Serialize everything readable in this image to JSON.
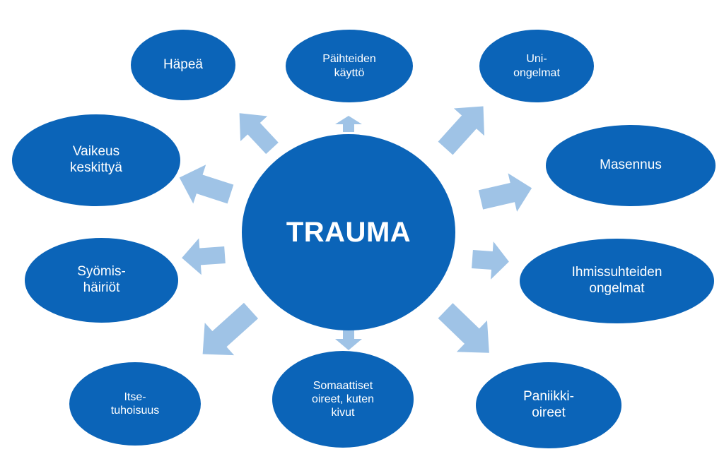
{
  "center": {
    "label": "TRAUMA"
  },
  "nodes": [
    {
      "id": "hapea",
      "label": "Häpeä"
    },
    {
      "id": "paihteiden-kaytto",
      "label": "Päihteiden\nkäyttö"
    },
    {
      "id": "uniongelmat",
      "label": "Uni-\nongelmat"
    },
    {
      "id": "vaikeus-keskittya",
      "label": "Vaikeus\nkeskittyä"
    },
    {
      "id": "masennus",
      "label": "Masennus"
    },
    {
      "id": "syomishairiot",
      "label": "Syömis-\nhäiriöt"
    },
    {
      "id": "ihmissuhteiden-ongelmat",
      "label": "Ihmissuhteiden\nongelmat"
    },
    {
      "id": "itsetuhoisuus",
      "label": "Itse-\ntuhoisuus"
    },
    {
      "id": "somaattiset-oireet",
      "label": "Somaattiset\noireet, kuten\nkivut"
    },
    {
      "id": "paniikkioireet",
      "label": "Paniikki-\noireet"
    }
  ],
  "colors": {
    "node_fill": "#0b64b8",
    "arrow_fill": "#9fc3e6",
    "text": "#ffffff"
  }
}
